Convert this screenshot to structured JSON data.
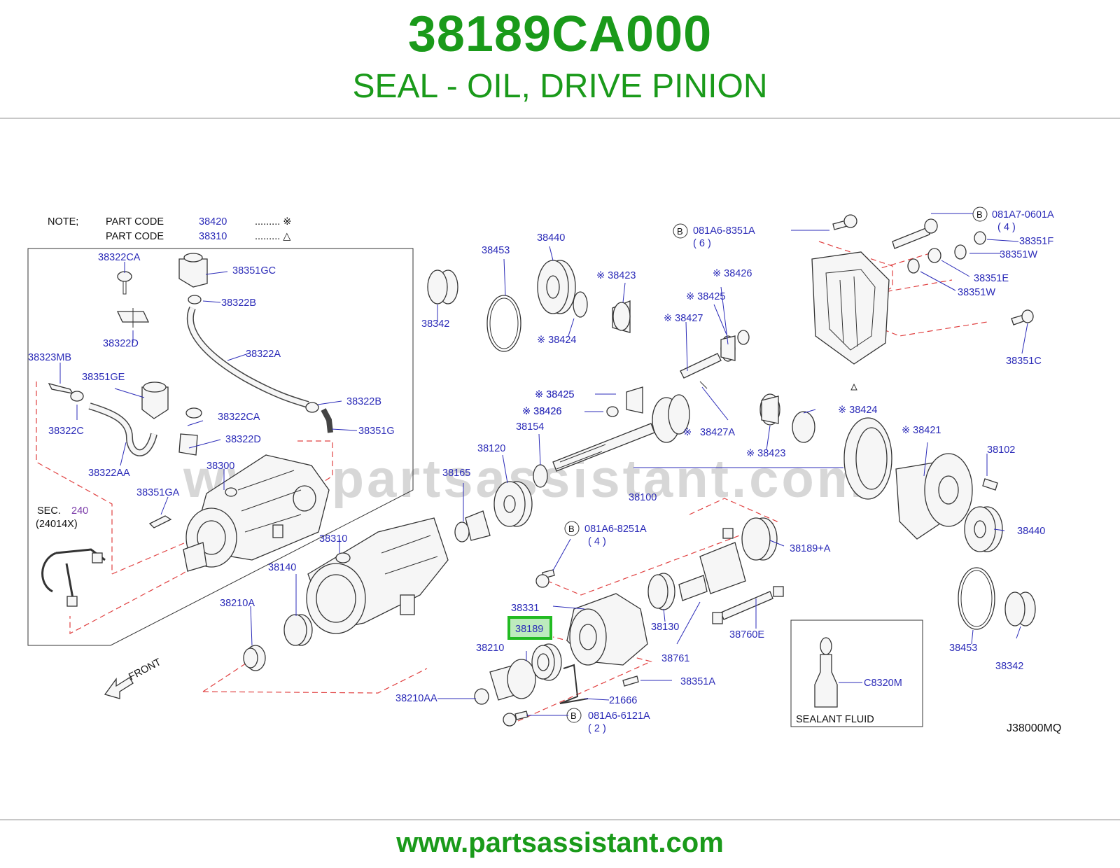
{
  "header": {
    "part_number": "38189CA000",
    "part_description": "SEAL - OIL, DRIVE PINION"
  },
  "footer": {
    "url": "www.partsassistant.com"
  },
  "watermark": "www.partsassistant.com",
  "colors": {
    "brand_green": "#1a9a1a",
    "label_blue": "#2b2bb8",
    "highlight_green": "#22bb22",
    "dashed_red": "#e04040"
  },
  "note": {
    "title": "NOTE;",
    "rows": [
      {
        "label": "PART   CODE",
        "code": "38420",
        "marker": "......... ※"
      },
      {
        "label": "PART   CODE",
        "code": "38310",
        "marker": "......... △"
      }
    ]
  },
  "diagram_id": "J38000MQ",
  "sealant_box": {
    "part": "C8320M",
    "caption": "SEALANT   FLUID"
  },
  "front_label": "FRONT",
  "sec_ref": {
    "prefix": "SEC.",
    "number": "240",
    "sub": "(24014X)"
  },
  "highlighted": "38189",
  "callouts": [
    "38322CA",
    "38351GC",
    "38322B",
    "38322D",
    "38323MB",
    "38351GE",
    "38322A",
    "38322C",
    "38322B",
    "38322CA",
    "38351G",
    "38322D",
    "38322AA",
    "38300",
    "38351GA",
    "38453",
    "38440",
    "38342",
    "※ 38423",
    "※ 38424",
    "38165",
    "38120",
    "38154",
    "※ 38425",
    "※ 38426",
    "38310",
    "38140",
    "38210A",
    "38210AA",
    "081A6-8351A",
    "( 6 )",
    "※ 38426",
    "※ 38425",
    "※ 38427",
    "※ 38425",
    "※ 38426",
    "※",
    "38427A",
    "※ 38423",
    "38100",
    "※ 38424",
    "※ 38421",
    "081A6-8251A",
    "( 4 )",
    "38331",
    "38210",
    "38130",
    "38761",
    "38351A",
    "21666",
    "081A6-6121A",
    "( 2 )",
    "38189+A",
    "38760E",
    "081A7-0601A",
    "( 4 )",
    "38351F",
    "38351W",
    "38351E",
    "38351W",
    "38351C",
    "38102",
    "38440",
    "38453",
    "38342"
  ]
}
